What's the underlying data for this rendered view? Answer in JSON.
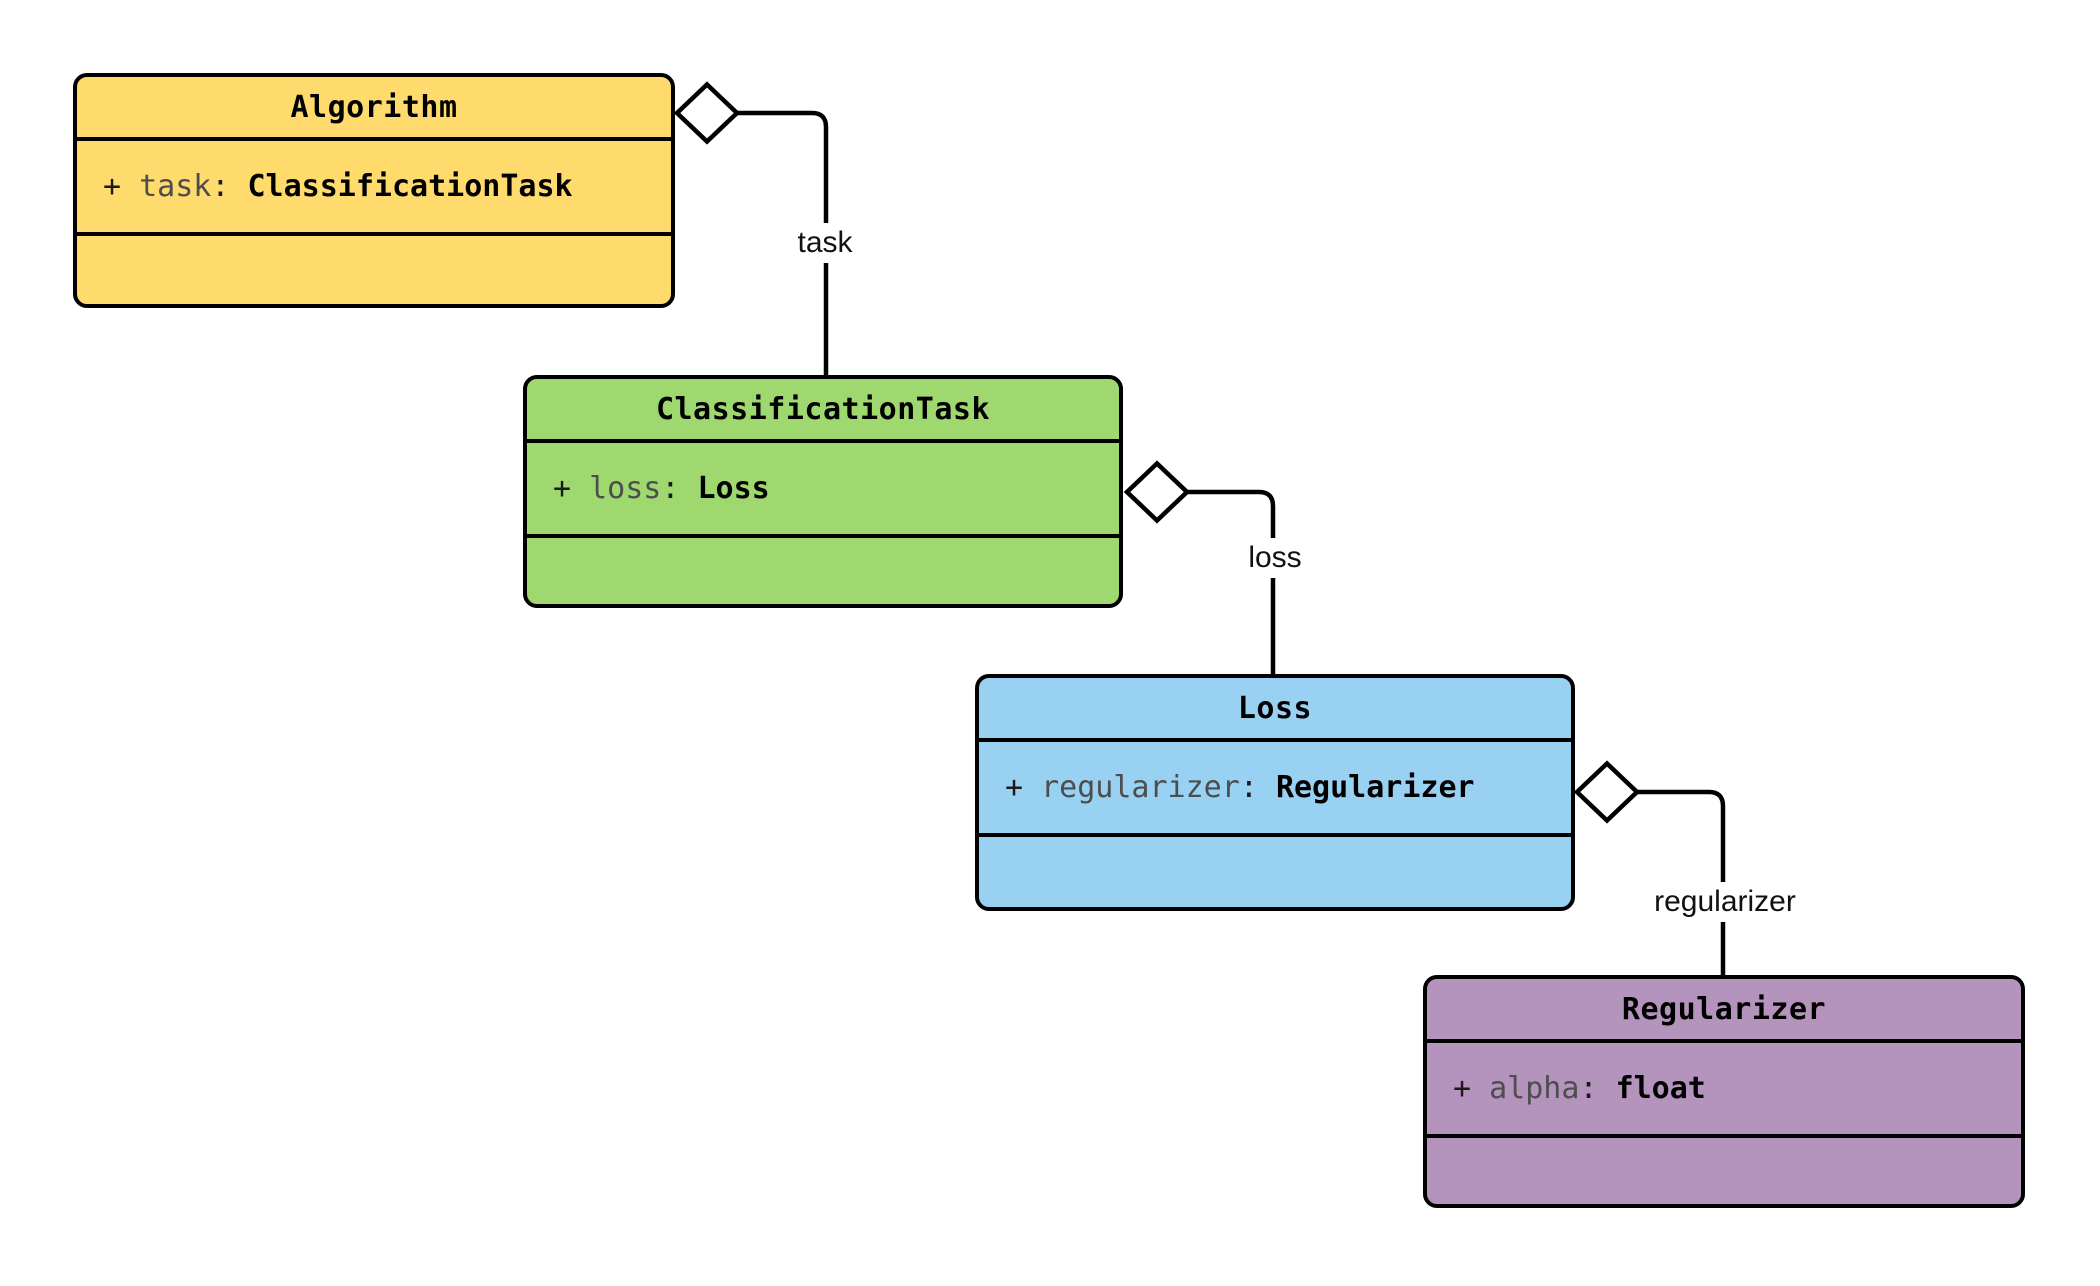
{
  "diagram": {
    "type": "uml-class-diagram",
    "background_color": "#ffffff",
    "stroke_color": "#000000",
    "classes": [
      {
        "name": "Algorithm",
        "fill": "#FFDB6E",
        "attribute": {
          "visibility": "+ ",
          "name": "task",
          "separator": ": ",
          "type": "ClassificationTask"
        }
      },
      {
        "name": "ClassificationTask",
        "fill": "#A0D870",
        "attribute": {
          "visibility": "+ ",
          "name": "loss",
          "separator": ": ",
          "type": "Loss"
        }
      },
      {
        "name": "Loss",
        "fill": "#99D1F2",
        "attribute": {
          "visibility": "+ ",
          "name": "regularizer",
          "separator": ": ",
          "type": "Regularizer"
        }
      },
      {
        "name": "Regularizer",
        "fill": "#B494BC",
        "attribute": {
          "visibility": "+ ",
          "name": "alpha",
          "separator": ": ",
          "type": "float"
        }
      }
    ],
    "edges": [
      {
        "label": "task",
        "from": "Algorithm",
        "to": "ClassificationTask",
        "relation": "aggregation",
        "marker": "hollow-diamond"
      },
      {
        "label": "loss",
        "from": "ClassificationTask",
        "to": "Loss",
        "relation": "aggregation",
        "marker": "hollow-diamond"
      },
      {
        "label": "regularizer",
        "from": "Loss",
        "to": "Regularizer",
        "relation": "aggregation",
        "marker": "hollow-diamond"
      }
    ]
  }
}
